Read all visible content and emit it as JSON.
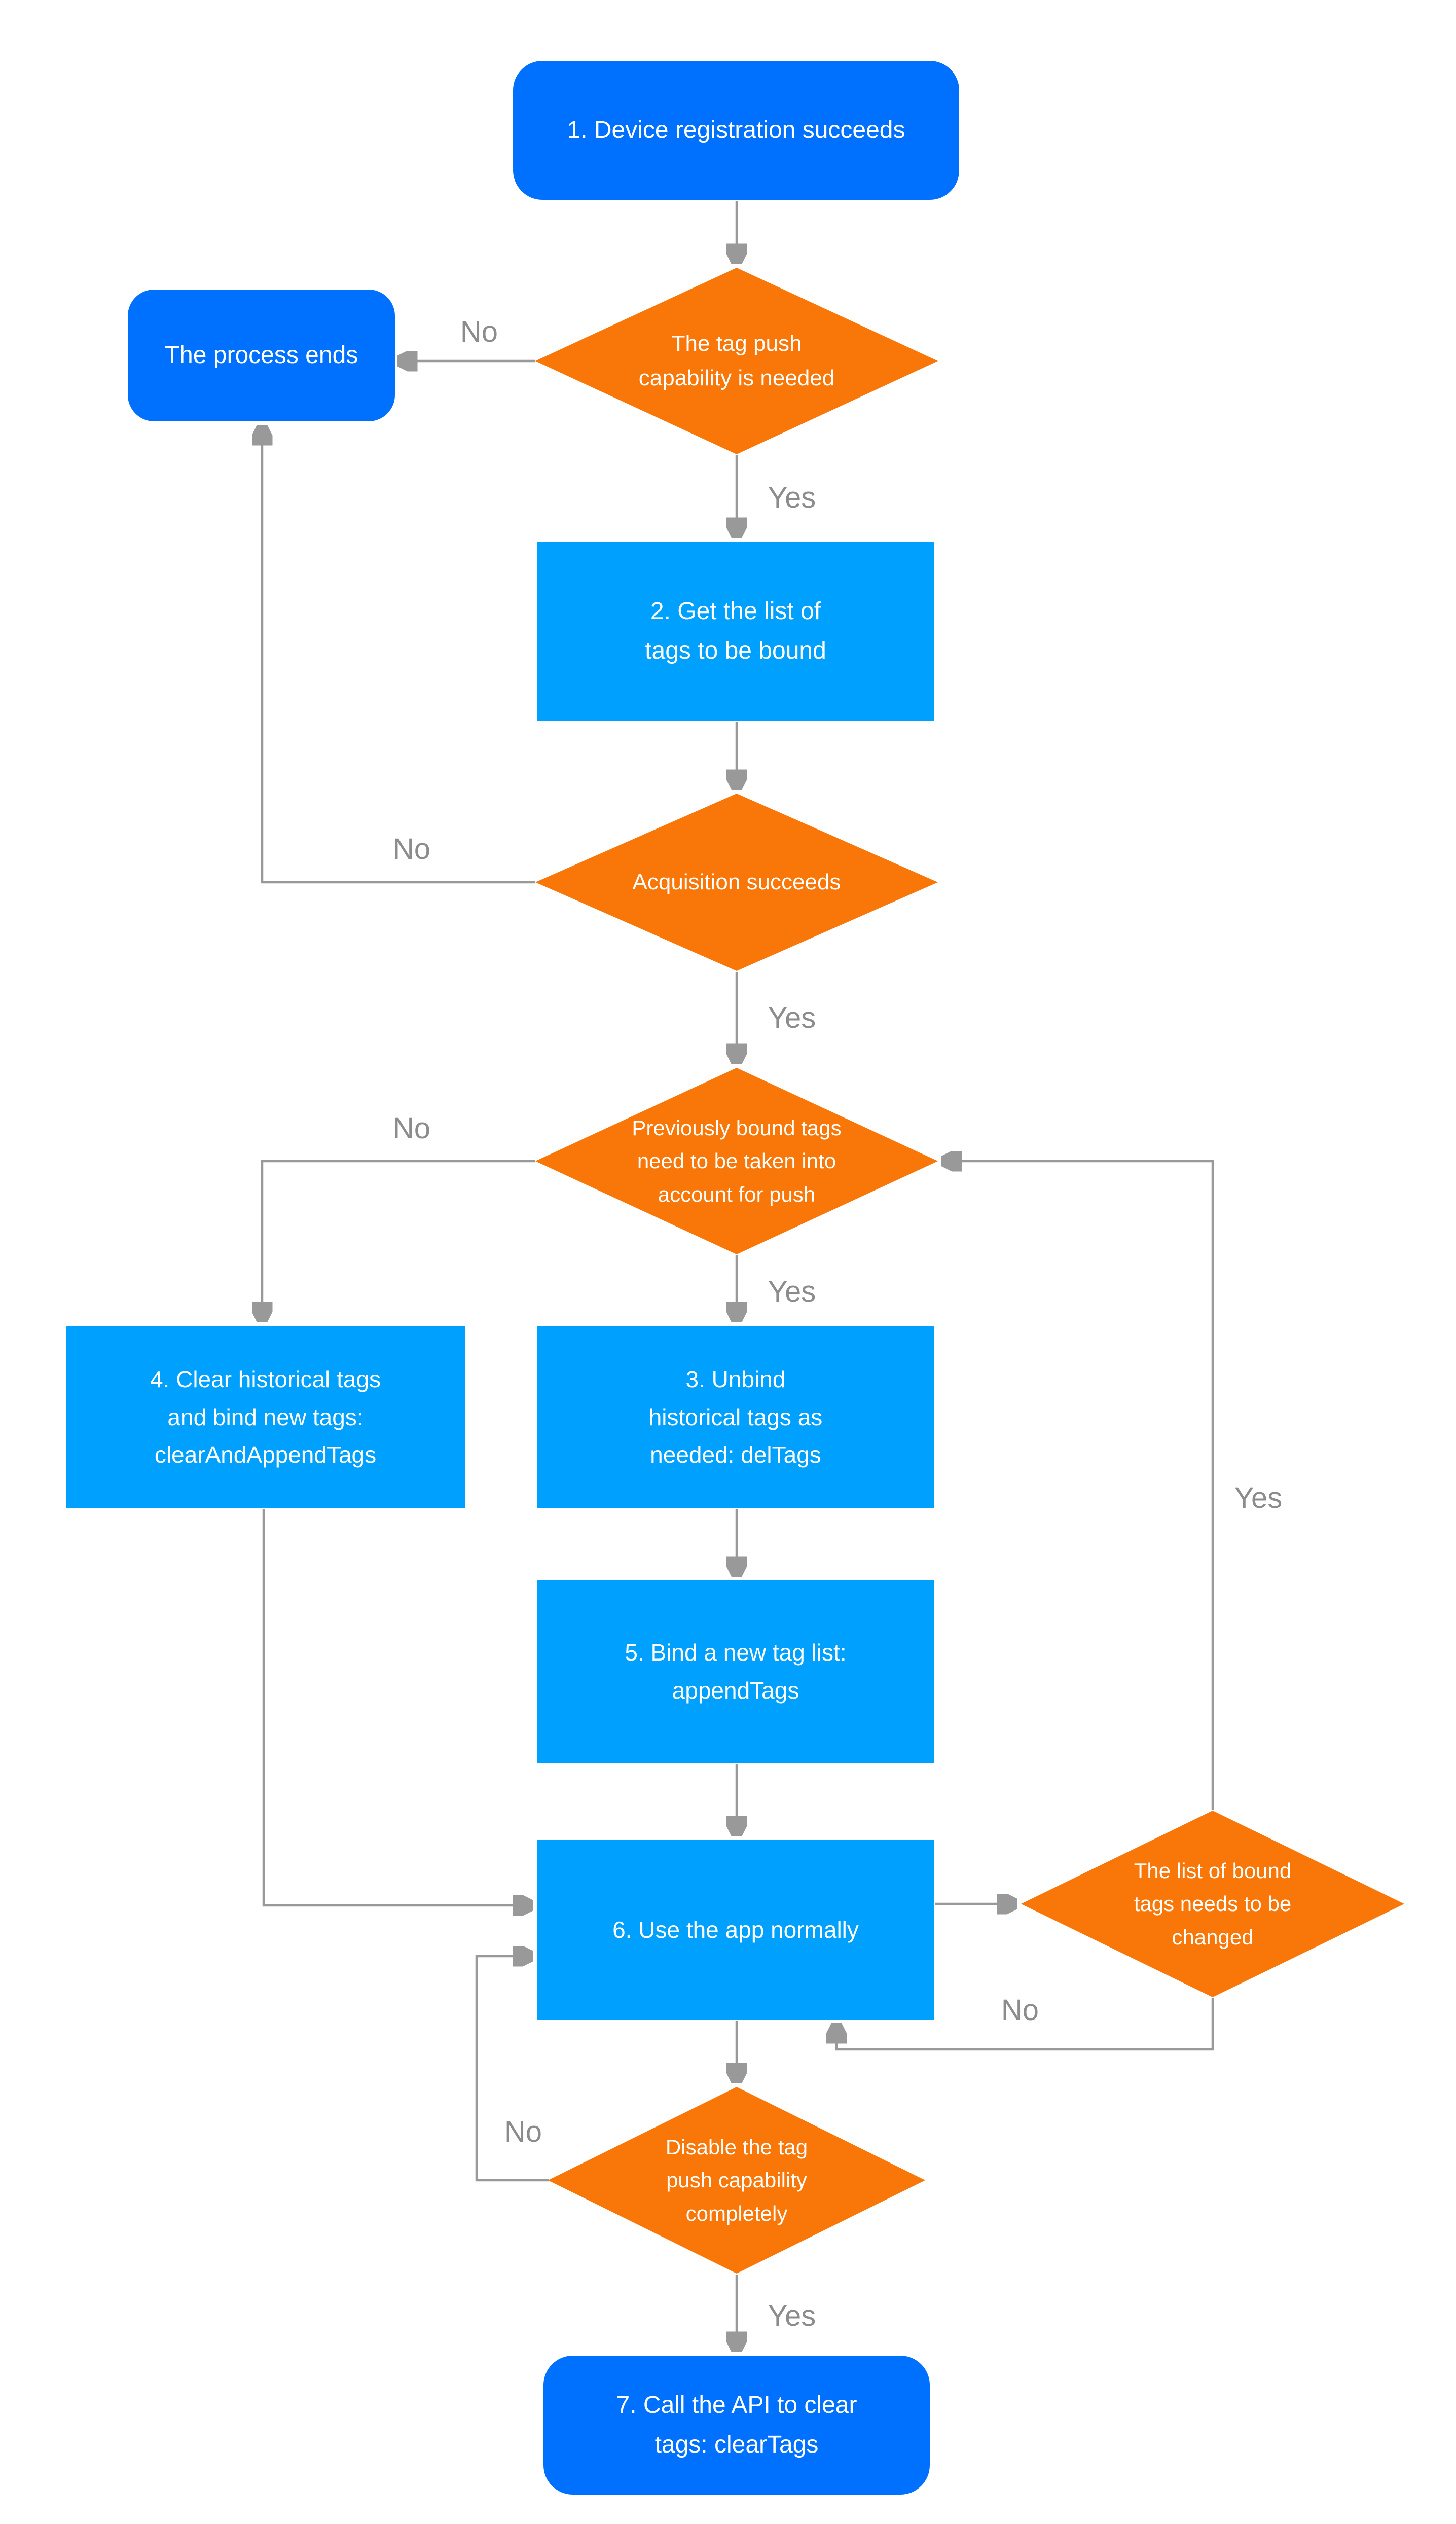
{
  "diagram": {
    "type": "flowchart"
  },
  "colors": {
    "background": "#ffffff",
    "terminal_blue": "#0070ff",
    "process_blue": "#00a0ff",
    "decision_orange": "#f87708",
    "connector_gray": "#999999",
    "arrowhead_gray": "#8c8c8c",
    "label_gray": "#8c8c8c",
    "node_text": "#ffffff"
  },
  "nodes": {
    "start": {
      "label": "1. Device registration succeeds"
    },
    "need_tag_push": {
      "label": "The tag push\ncapability is needed"
    },
    "process_ends": {
      "label": "The process ends"
    },
    "get_tag_list": {
      "label": "2. Get the list of\ntags to be bound"
    },
    "acquisition_succeeds": {
      "label": "Acquisition succeeds"
    },
    "previously_bound": {
      "label": "Previously bound tags\nneed to be taken into\naccount for push"
    },
    "clear_and_append": {
      "label": "4. Clear historical tags\nand bind new tags:\nclearAndAppendTags"
    },
    "unbind_historical": {
      "label": "3. Unbind\nhistorical tags as\nneeded: delTags"
    },
    "append_tags": {
      "label": "5. Bind a new tag list:\nappendTags"
    },
    "use_app": {
      "label": "6. Use the app normally"
    },
    "list_changed": {
      "label": "The list of bound\ntags needs to be\nchanged"
    },
    "disable_push": {
      "label": "Disable the tag\npush capability\ncompletely"
    },
    "clear_tags": {
      "label": "7. Call the API to clear\ntags: clearTags"
    }
  },
  "edge_labels": {
    "need_no": "No",
    "need_yes": "Yes",
    "acquisition_no": "No",
    "acquisition_yes": "Yes",
    "previously_no": "No",
    "previously_yes": "Yes",
    "change_yes": "Yes",
    "change_no": "No",
    "disable_no": "No",
    "disable_yes": "Yes"
  }
}
